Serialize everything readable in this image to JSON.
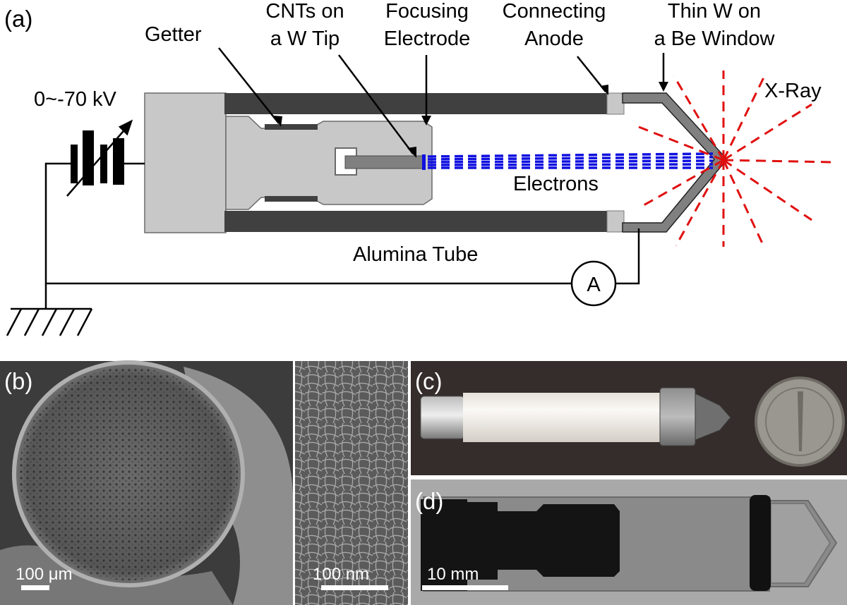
{
  "panels": {
    "a": "(a)",
    "b": "(b)",
    "c": "(c)",
    "d": "(d)"
  },
  "labels": {
    "getter": "Getter",
    "cnts_line1": "CNTs on",
    "cnts_line2": "a W Tip",
    "focusing_line1": "Focusing",
    "focusing_line2": "Electrode",
    "connecting_line1": "Connecting",
    "connecting_line2": "Anode",
    "thinw_line1": "Thin W on",
    "thinw_line2": "a Be Window",
    "voltage": "0~-70 kV",
    "xray": "X-Ray",
    "electrons": "Electrons",
    "alumina": "Alumina Tube",
    "ammeter": "A"
  },
  "scalebars": {
    "b_left": "100 μm",
    "b_right": "100 nm",
    "d": "10 mm"
  },
  "colors": {
    "dark_tube": "#404040",
    "light_gray": "#c8c8c8",
    "mid_gray": "#808080",
    "electron_blue": "#1010e0",
    "xray_red": "#e01010"
  }
}
